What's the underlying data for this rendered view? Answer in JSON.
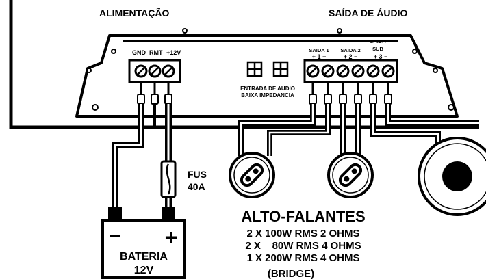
{
  "headers": {
    "power": "ALIMENTAÇÃO",
    "audio_out": "SAÍDA DE ÁUDIO"
  },
  "power_terminals": [
    "GND",
    "RMT",
    "+12V"
  ],
  "input": {
    "line1": "ENTRADA DE AUDIO",
    "line2": "BAIXA IMPEDANCIA"
  },
  "outputs": [
    {
      "label": "SAIDA 1",
      "pol": "+ 1 −"
    },
    {
      "label": "SAIDA 2",
      "pol": "+ 2 −"
    },
    {
      "label1": "SAIDA",
      "label2": "SUB",
      "pol": "+ 3 −"
    }
  ],
  "fuse": {
    "line1": "FUS",
    "line2": "40A"
  },
  "battery": {
    "minus": "−",
    "plus": "+",
    "line1": "BATERIA",
    "line2": "12V"
  },
  "speakers": {
    "title": "ALTO-FALANTES",
    "specs": [
      "2 X 100W RMS 2 OHMS",
      "2 X    80W RMS 4 OHMS",
      "1 X 200W RMS 4 OHMS",
      "(BRIDGE)"
    ]
  }
}
